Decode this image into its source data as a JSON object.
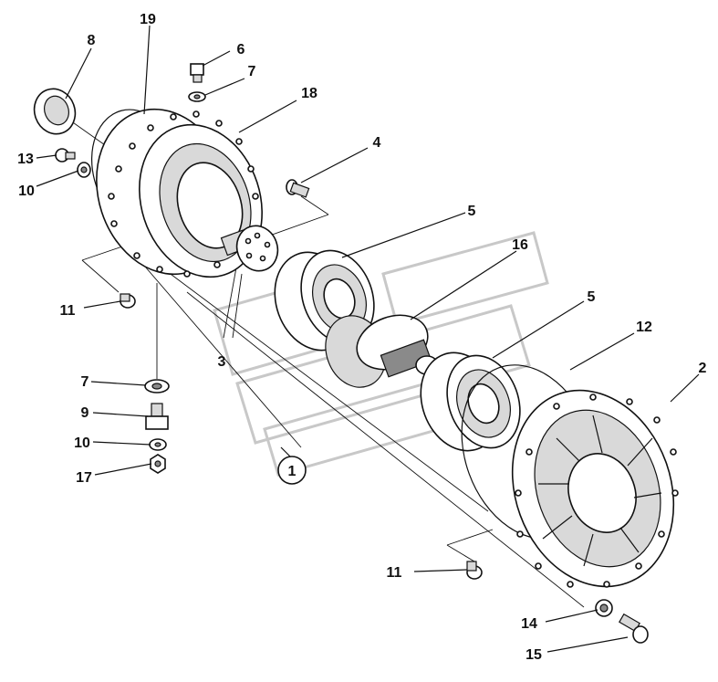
{
  "diagram": {
    "callouts": {
      "c1": "1",
      "c2": "2",
      "c3": "3",
      "c4": "4",
      "c5a": "5",
      "c5b": "5",
      "c6": "6",
      "c7a": "7",
      "c7b": "7",
      "c8": "8",
      "c9": "9",
      "c10a": "10",
      "c10b": "10",
      "c11a": "11",
      "c11b": "11",
      "c12": "12",
      "c13": "13",
      "c14": "14",
      "c15": "15",
      "c16": "16",
      "c17": "17",
      "c18": "18",
      "c19": "19"
    }
  }
}
